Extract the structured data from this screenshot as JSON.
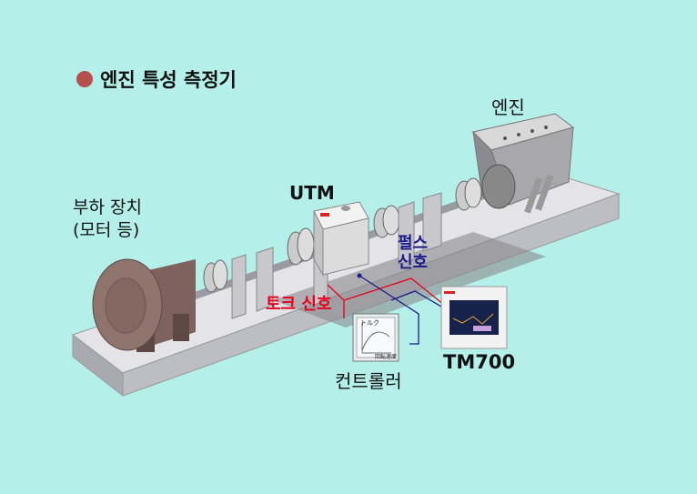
{
  "title": "엔진 특성 측정기",
  "labels": {
    "engine": "엔진",
    "utm": "UTM",
    "load_line1": "부하 장치",
    "load_line2": "(모터 등)",
    "pulse_line1": "펄스",
    "pulse_line2": "신호",
    "torque_signal": "토크 신호",
    "controller": "컨트롤러",
    "tm700": "TM700"
  },
  "controller_screen": {
    "y_label": "トルク",
    "x_label": "回転速度"
  },
  "colors": {
    "background": "#b4efea",
    "bullet": "#b5504e",
    "torque": "#e8001c",
    "pulse": "#1a1a8c"
  }
}
